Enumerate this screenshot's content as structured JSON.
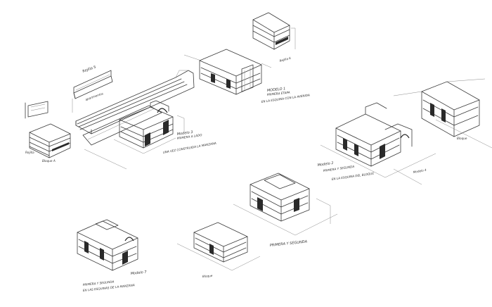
{
  "labels": {
    "upper_left_bar": "Rejilla S",
    "upper_left_note": "apartmentos",
    "left_block": "Bloque A",
    "left_block_side": "Rejilla",
    "center_model": "Modelo 3",
    "center_model_sub": "PRIMERA A LADO",
    "center_model_note": "UNA VEZ CONSTRUIDA LA MANZANA",
    "top_right_small": "Rejilla 6",
    "top_center_model": "MODELO 1",
    "top_center_sub": "PRIMERA ETAPA",
    "top_center_note": "EN LA ESQUINA CON LA AVENIDA",
    "right_model": "Modelo 2",
    "right_model_sub": "PRIMERA Y SEGUNDA",
    "right_model_note": "EN LA ESQUINA DEL BLOQUE",
    "right_side": "Modelo 4",
    "far_right": "Bloque",
    "mid_model": "PRIMERA Y SEGUNDA",
    "bottom_left_model": "Modelo 7",
    "bottom_left_sub": "PRIMERA Y SEGUNDA",
    "bottom_left_note": "EN LAS ESQUINAS DE LA MANZANA",
    "bottom_center": "Bloque"
  },
  "colors": {
    "ink": "#3a3a3a",
    "paper": "#ffffff"
  }
}
